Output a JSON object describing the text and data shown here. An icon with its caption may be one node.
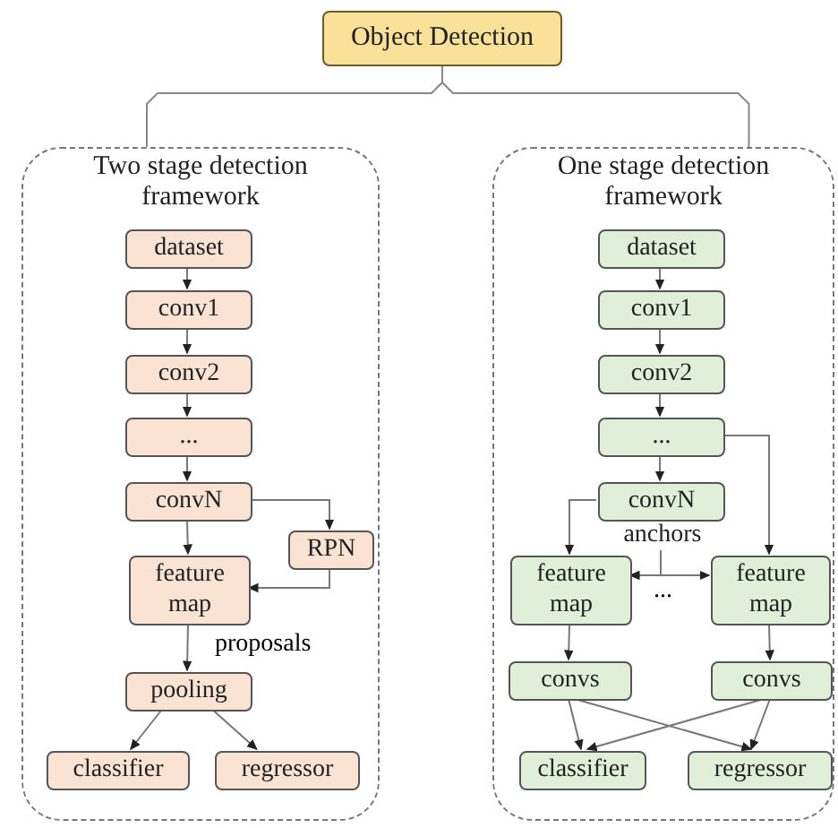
{
  "diagram": {
    "nodes": [
      {
        "text": [
          "Object Detection"
        ]
      },
      {
        "text": [
          "Two stage detection framework"
        ]
      },
      {
        "text": [
          "dataset"
        ],
        "in": 1
      },
      {
        "text": [
          "conv1"
        ],
        "in": 1
      },
      {
        "text": [
          "conv2"
        ],
        "in": 1
      },
      {
        "text": [
          "..."
        ],
        "in": 1
      },
      {
        "text": [
          "convN"
        ],
        "in": 1
      },
      {
        "text": [
          "RPN"
        ],
        "in": 1
      },
      {
        "text": [
          "feature map"
        ],
        "in": 1
      },
      {
        "text": [
          "pooling"
        ],
        "in": 1
      },
      {
        "text": [
          "classifier"
        ],
        "in": 1
      },
      {
        "text": [
          "regressor"
        ],
        "in": 1
      },
      {
        "text": [
          "One stage detection framework"
        ]
      },
      {
        "text": [
          "dataset"
        ],
        "in": 12
      },
      {
        "text": [
          "conv1"
        ],
        "in": 12
      },
      {
        "text": [
          "conv2"
        ],
        "in": 12
      },
      {
        "text": [
          "..."
        ],
        "in": 12
      },
      {
        "text": [
          "convN"
        ],
        "in": 12
      },
      {
        "text": [
          "anchors"
        ],
        "in": 12
      },
      {
        "text": [
          "feature map"
        ],
        "in": 12
      },
      {
        "text": [
          "feature map"
        ],
        "in": 12
      },
      {
        "text": [
          "convs"
        ],
        "in": 12
      },
      {
        "text": [
          "convs"
        ],
        "in": 12
      },
      {
        "text": [
          "classifier"
        ],
        "in": 12
      },
      {
        "text": [
          "regressor"
        ],
        "in": 12
      }
    ],
    "edges": [
      {
        "from": 0,
        "to": 1,
        "arrow": "none"
      },
      {
        "from": 0,
        "to": 12,
        "arrow": "none"
      },
      {
        "from": 2,
        "to": 3,
        "arrow": "to"
      },
      {
        "from": 3,
        "to": 4,
        "arrow": "to"
      },
      {
        "from": 4,
        "to": 5,
        "arrow": "to"
      },
      {
        "from": 5,
        "to": 6,
        "arrow": "to"
      },
      {
        "from": 6,
        "to": 7,
        "arrow": "to"
      },
      {
        "from": 6,
        "to": 8,
        "arrow": "to"
      },
      {
        "from": 7,
        "to": 8,
        "arrow": "to"
      },
      {
        "from": 8,
        "to": 9,
        "arrow": "to",
        "label": "proposals"
      },
      {
        "from": 9,
        "to": 10,
        "arrow": "to"
      },
      {
        "from": 9,
        "to": 11,
        "arrow": "to"
      },
      {
        "from": 13,
        "to": 14,
        "arrow": "to"
      },
      {
        "from": 14,
        "to": 15,
        "arrow": "to"
      },
      {
        "from": 15,
        "to": 16,
        "arrow": "to"
      },
      {
        "from": 16,
        "to": 17,
        "arrow": "to"
      },
      {
        "from": 17,
        "to": 19,
        "arrow": "to"
      },
      {
        "from": 16,
        "to": 20,
        "arrow": "to"
      },
      {
        "from": 18,
        "to": 19,
        "arrow": "to"
      },
      {
        "from": 18,
        "to": 20,
        "arrow": "to"
      },
      {
        "from": 19,
        "to": 21,
        "arrow": "to"
      },
      {
        "from": 20,
        "to": 22,
        "arrow": "to"
      },
      {
        "from": 21,
        "to": 23,
        "arrow": "to"
      },
      {
        "from": 21,
        "to": 24,
        "arrow": "to"
      },
      {
        "from": 22,
        "to": 23,
        "arrow": "to"
      },
      {
        "from": 22,
        "to": 24,
        "arrow": "to"
      }
    ],
    "labels": [
      "..."
    ]
  }
}
